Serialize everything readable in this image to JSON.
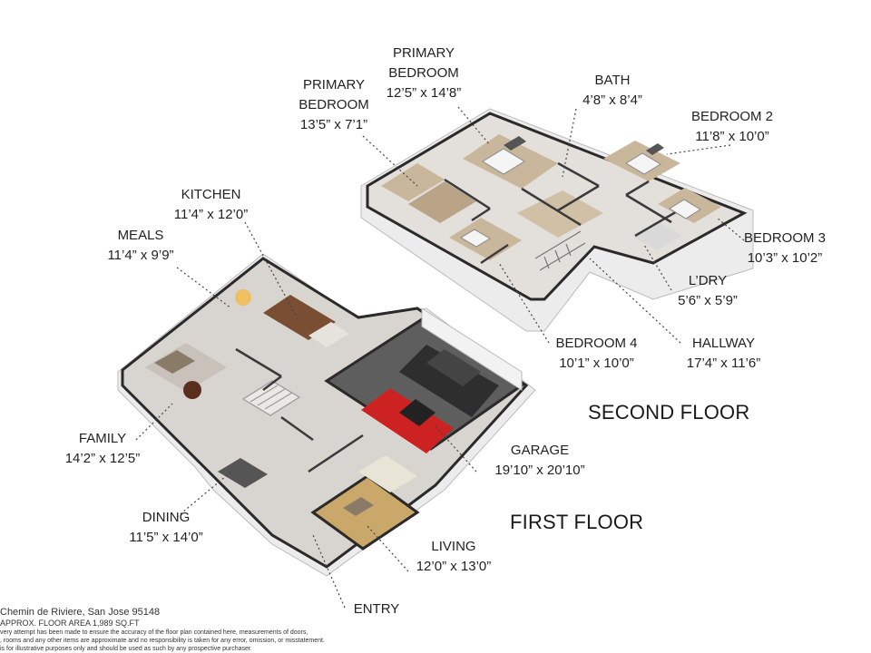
{
  "floors": {
    "second": "SECOND FLOOR",
    "first": "FIRST FLOOR"
  },
  "rooms": {
    "primary_bedroom_a": {
      "name1": "PRIMARY",
      "name2": "BEDROOM",
      "dims": "13’5” x 7’1”"
    },
    "primary_bedroom_b": {
      "name1": "PRIMARY",
      "name2": "BEDROOM",
      "dims": "12’5” x 14’8”"
    },
    "bath": {
      "name": "BATH",
      "dims": "4’8” x 8’4”"
    },
    "bedroom2": {
      "name": "BEDROOM 2",
      "dims": "11’8” x 10’0”"
    },
    "bedroom3": {
      "name": "BEDROOM 3",
      "dims": "10’3” x 10’2”"
    },
    "laundry": {
      "name": "L’DRY",
      "dims": "5’6” x 5’9”"
    },
    "hallway": {
      "name": "HALLWAY",
      "dims": "17’4” x 11’6”"
    },
    "bedroom4": {
      "name": "BEDROOM 4",
      "dims": "10’1” x 10’0”"
    },
    "kitchen": {
      "name": "KITCHEN",
      "dims": "11’4” x 12’0”"
    },
    "meals": {
      "name": "MEALS",
      "dims": "11’4” x 9’9”"
    },
    "family": {
      "name": "FAMILY",
      "dims": "14’2” x 12’5”"
    },
    "dining": {
      "name": "DINING",
      "dims": "11’5” x 14’0”"
    },
    "garage": {
      "name": "GARAGE",
      "dims": "19’10” x 20’10”"
    },
    "living": {
      "name": "LIVING",
      "dims": "12’0” x 13’0”"
    },
    "entry": {
      "name": "ENTRY"
    }
  },
  "footer": {
    "address": "Chemin de Riviere, San Jose 95148",
    "area": "APPROX. FLOOR AREA 1,989 SQ.FT",
    "disclaimer1": "very attempt has been made to ensure the accuracy of the floor plan contained here, measurements of doors,",
    "disclaimer2": ", rooms and any other items are approximate and no responsibility is taken for any error, omission, or misstatement.",
    "disclaimer3": "is for illustrative purposes only and should be used as such by any prospective purchaser."
  },
  "colors": {
    "wall_top": "#9a9a9a",
    "wall_side": "#ffffff",
    "floor_tile": "#d8d4cf",
    "floor_wood": "#c9b79c",
    "living_rug": "#caa86a",
    "garage_floor": "#5e5e5e",
    "car_red": "#cc2222",
    "car_dark": "#2e2e2e",
    "leader_line": "#444444"
  }
}
